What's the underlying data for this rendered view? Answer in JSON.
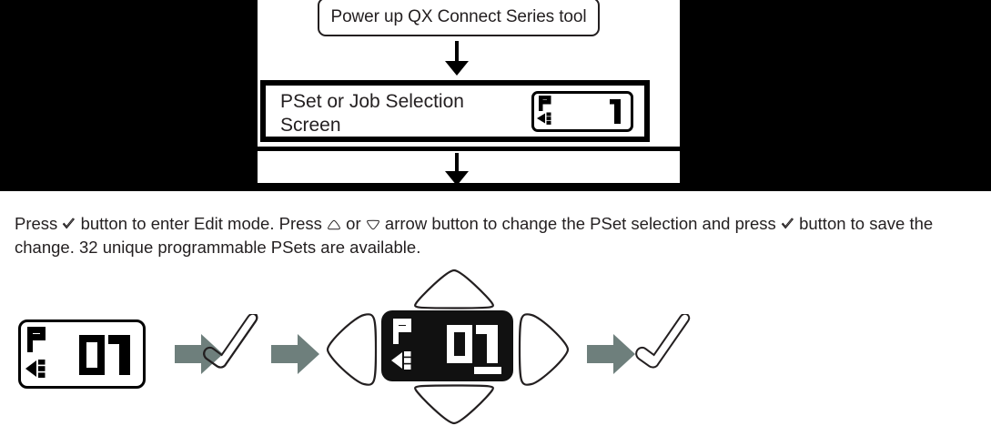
{
  "flowchart": {
    "start_box_label": "Power up QX Connect Series tool",
    "screen_box_label": "PSet or Job Selection Screen",
    "screen_box_line1": "PSet or Job Selection",
    "screen_box_line2": "Screen",
    "arrow1_name": "down-arrow",
    "arrow2_name": "down-arrow",
    "mini_lcd": {
      "mode_letter": "P",
      "value": "1",
      "list_icon": "pset-list-icon"
    }
  },
  "instructions": {
    "part1": "Press ",
    "check_icon_1": "check-button-icon",
    "part2": " button to enter Edit mode. Press ",
    "up_icon": "up-arrow-button-icon",
    "part3": " or ",
    "down_icon": "down-arrow-button-icon",
    "part4": " arrow button to change the PSet selection and press ",
    "check_icon_2": "check-button-icon",
    "part5": " button to save the change. 32 unique programmable PSets are available."
  },
  "sequence": {
    "step1": {
      "name": "lcd-normal",
      "mode_letter": "P",
      "value": "01",
      "list_icon": "pset-list-icon",
      "state": "normal"
    },
    "gray_arrow_1": "right-arrow-icon",
    "step2": {
      "name": "check-button",
      "icon": "check-button-icon"
    },
    "gray_arrow_2": "right-arrow-icon",
    "step3": {
      "name": "lcd-edit-mode",
      "mode_letter": "P",
      "value": "01",
      "list_icon": "pset-list-icon",
      "state": "edit-inverted",
      "cursor": "underline-cursor",
      "buttons": {
        "up": "up-arrow-button",
        "down": "down-arrow-button",
        "left": "left-arrow-button",
        "right": "right-arrow-button"
      }
    },
    "gray_arrow_3": "right-arrow-icon",
    "step4": {
      "name": "check-button",
      "icon": "check-button-icon"
    }
  },
  "colors": {
    "ink": "#231f20",
    "black": "#000000",
    "gray_arrow": "#6e7f7c",
    "lcd_dark_bg": "#111111",
    "white": "#ffffff"
  }
}
